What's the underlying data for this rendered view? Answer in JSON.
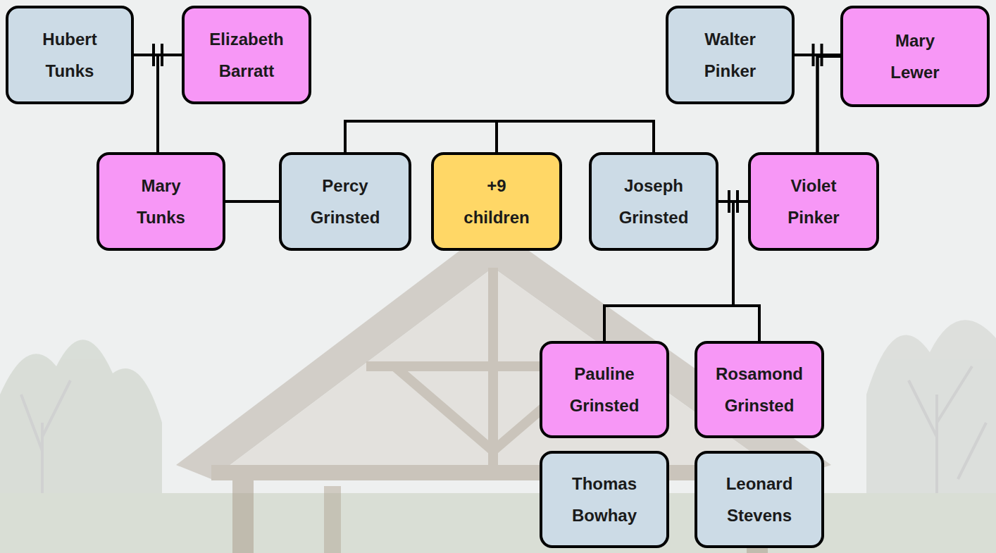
{
  "diagram": {
    "nodes": [
      {
        "text": [
          "Hubert Tunks"
        ]
      },
      {
        "text": [
          "Elizabeth Barratt"
        ]
      },
      {
        "text": [
          "Walter Pinker"
        ]
      },
      {
        "text": [
          "Mary Lewer"
        ]
      },
      {
        "text": [
          "Mary Tunks"
        ]
      },
      {
        "text": [
          "Percy Grinsted"
        ]
      },
      {
        "text": [
          "+9 children"
        ]
      },
      {
        "text": [
          "Joseph Grinsted"
        ]
      },
      {
        "text": [
          "Violet Pinker"
        ]
      },
      {
        "text": [
          "Pauline Grinsted"
        ]
      },
      {
        "text": [
          "Rosamond Grinsted"
        ]
      },
      {
        "text": [
          "Thomas Bowhay"
        ]
      },
      {
        "text": [
          "Leonard Stevens"
        ]
      }
    ],
    "edges": [
      {
        "from": 0,
        "to": 1,
        "arrow": "none"
      },
      {
        "from": 0,
        "to": 4,
        "arrow": "none"
      },
      {
        "from": 1,
        "to": 4,
        "arrow": "none"
      },
      {
        "from": 2,
        "to": 3,
        "arrow": "none"
      },
      {
        "from": 2,
        "to": 8,
        "arrow": "none"
      },
      {
        "from": 3,
        "to": 8,
        "arrow": "none"
      },
      {
        "from": 4,
        "to": 5,
        "arrow": "none"
      },
      {
        "from": 5,
        "to": 6,
        "arrow": "none"
      },
      {
        "from": 5,
        "to": 7,
        "arrow": "none"
      },
      {
        "from": 7,
        "to": 8,
        "arrow": "none"
      },
      {
        "from": 7,
        "to": 9,
        "arrow": "none"
      },
      {
        "from": 8,
        "to": 9,
        "arrow": "none"
      },
      {
        "from": 7,
        "to": 10,
        "arrow": "none"
      },
      {
        "from": 8,
        "to": 10,
        "arrow": "none"
      }
    ]
  }
}
